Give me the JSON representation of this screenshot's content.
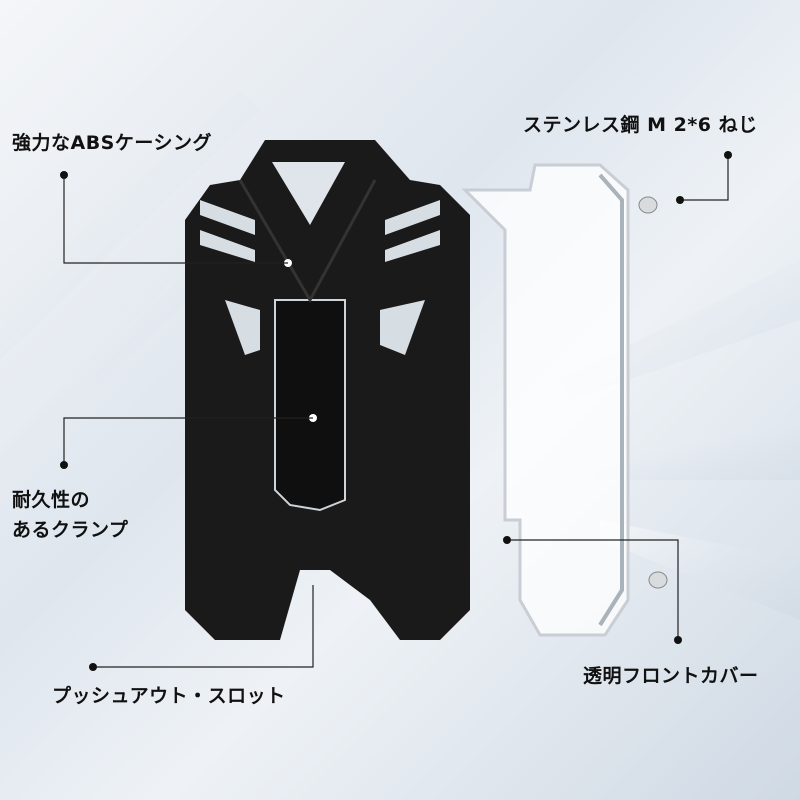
{
  "callouts": {
    "abs_casing": "強力なABSケーシング",
    "screws": "ステンレス鋼 M 2*6 ねじ",
    "clamp_line1": "耐久性の",
    "clamp_line2": "あるクランプ",
    "push_slot": "プッシュアウト・スロット",
    "front_cover": "透明フロントカバー"
  },
  "colors": {
    "case": "#1a1a1a",
    "callout_line": "#222222"
  }
}
